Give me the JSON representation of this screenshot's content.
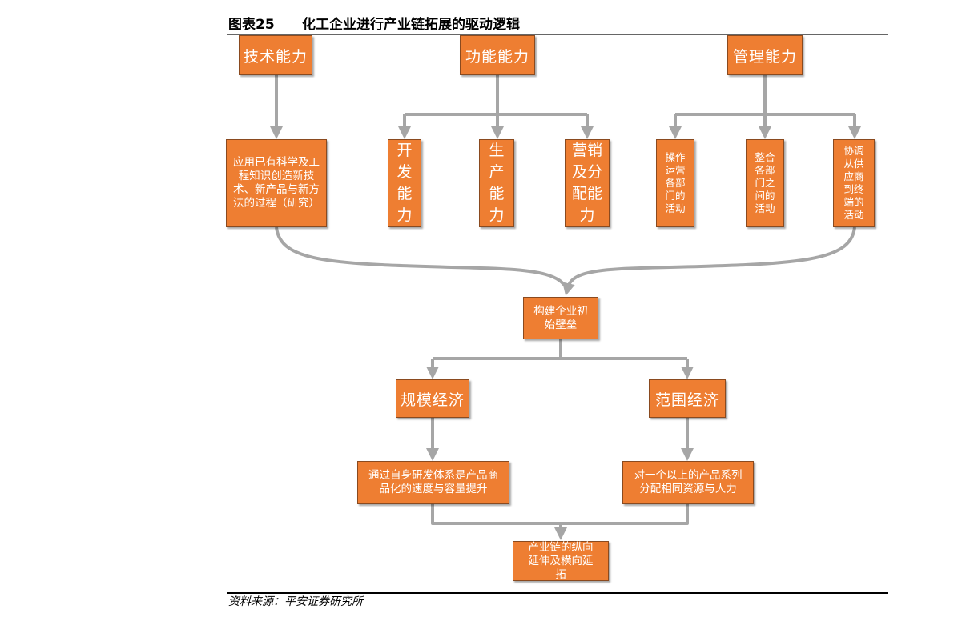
{
  "figure": {
    "label": "图表25",
    "title": "化工企业进行产业链拓展的驱动逻辑",
    "source": "资料来源：平安证券研究所"
  },
  "nodes": {
    "tech_capability": "技术能力",
    "func_capability": "功能能力",
    "mgmt_capability": "管理能力",
    "apply_science": "应用已有科学及工程知识创造新技术、新产品与新方法的过程（研究）",
    "development": "开发能力",
    "production": "生产能力",
    "marketing": "营销及分配能力",
    "operate_activities": "操作运营各部门的活动",
    "integrate_activities": "整合各部门之间的活动",
    "coordinate_supply": "协调从供应商到终端的活动",
    "barrier": "构建企业初始壁垒",
    "scale_economy": "规模经济",
    "scope_economy": "范围经济",
    "scale_detail": "通过自身研发体系是产品商品化的速度与容量提升",
    "scope_detail": "对一个以上的产品系列分配相同资源与人力",
    "chain_extension": "产业链的纵向延伸及横向延拓"
  },
  "colors": {
    "box_fill": "#ee7e32",
    "box_border": "#8a4a1f",
    "connector": "#a6a6a6",
    "text": "#ffffff"
  }
}
